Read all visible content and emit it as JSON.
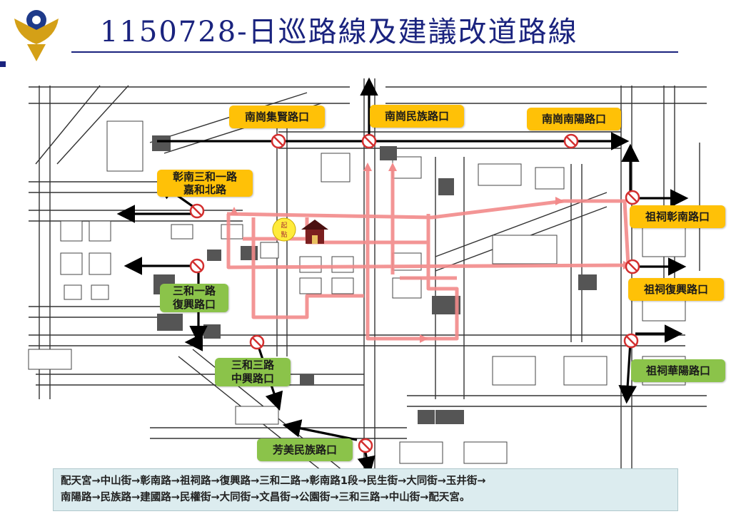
{
  "title": "1150728-日巡路線及建議改道路線",
  "labels": {
    "nangang_jixian": "南崗集賢路口",
    "nangang_minzu": "南崗民族路口",
    "nangang_nanyang": "南崗南陽路口",
    "zhangnan_sanhe_1": "彰南三和一路",
    "zhangnan_sanhe_2": "嘉和北路",
    "zuci_zhangnan": "祖祠彰南路口",
    "sanhe1_fuxing_1": "三和一路",
    "sanhe1_fuxing_2": "復興路口",
    "zuci_fuxing": "祖祠復興路口",
    "zuci_huayang": "祖祠華陽路口",
    "sanhe3_zhongxing_1": "三和三路",
    "sanhe3_zhongxing_2": "中興路口",
    "fangmei_minzu": "芳美民族路口"
  },
  "start_marker": "起點",
  "route_text": {
    "line1": "配天宮→中山街→彰南路→祖祠路→復興路→三和二路→彰南路1段→民生街→大同街→玉井街→",
    "line2": "南陽路→民族路→建國路→民權街→大同街→文昌街→公園街→三和三路→中山街→配天宮。"
  },
  "colors": {
    "title": "#1a237e",
    "label_yellow": "#ffc107",
    "label_green": "#8bc34a",
    "route_red": "#f28a8a",
    "detour_black": "#000000",
    "no_entry": "#d32f2f",
    "route_box": "#dcecef"
  }
}
